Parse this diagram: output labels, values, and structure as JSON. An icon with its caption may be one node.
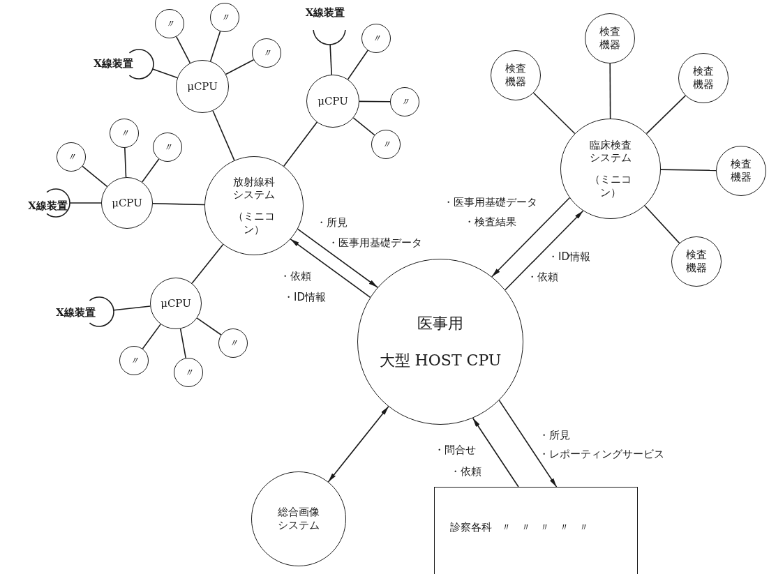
{
  "diagram": {
    "nodes": [
      {
        "text": [
          "μCPU"
        ]
      },
      {
        "text": [
          "X線装置"
        ]
      },
      {
        "text": [
          "〃"
        ]
      },
      {
        "text": [
          "〃"
        ]
      },
      {
        "text": [
          "〃"
        ]
      },
      {
        "text": [
          "μCPU"
        ]
      },
      {
        "text": [
          "X線装置"
        ]
      },
      {
        "text": [
          "〃"
        ]
      },
      {
        "text": [
          "〃"
        ]
      },
      {
        "text": [
          "〃"
        ]
      },
      {
        "text": [
          "μCPU"
        ]
      },
      {
        "text": [
          "X線装置"
        ]
      },
      {
        "text": [
          "〃"
        ]
      },
      {
        "text": [
          "〃"
        ]
      },
      {
        "text": [
          "〃"
        ]
      },
      {
        "text": [
          "放射線科システム",
          "（ミニコン）"
        ]
      },
      {
        "text": [
          "μCPU"
        ]
      },
      {
        "text": [
          "X線装置"
        ]
      },
      {
        "text": [
          "〃"
        ]
      },
      {
        "text": [
          "〃"
        ]
      },
      {
        "text": [
          "〃"
        ]
      },
      {
        "text": [
          "臨床検査システム",
          "（ミニコン）"
        ]
      },
      {
        "text": [
          "検査機器"
        ]
      },
      {
        "text": [
          "検査機器"
        ]
      },
      {
        "text": [
          "検査機器"
        ]
      },
      {
        "text": [
          "検査機器"
        ]
      },
      {
        "text": [
          "検査機器"
        ]
      },
      {
        "text": [
          "医事用",
          "大型 HOST CPU"
        ]
      },
      {
        "text": [
          "総合画像システム"
        ]
      },
      {
        "text": [
          "診察各科 〃 〃 〃 〃 〃"
        ]
      }
    ],
    "edges": [
      {
        "from": 0,
        "to": 1,
        "arrow": "none"
      },
      {
        "from": 0,
        "to": 2,
        "arrow": "none"
      },
      {
        "from": 0,
        "to": 3,
        "arrow": "none"
      },
      {
        "from": 0,
        "to": 4,
        "arrow": "none"
      },
      {
        "from": 5,
        "to": 6,
        "arrow": "none"
      },
      {
        "from": 5,
        "to": 7,
        "arrow": "none"
      },
      {
        "from": 5,
        "to": 8,
        "arrow": "none"
      },
      {
        "from": 5,
        "to": 9,
        "arrow": "none"
      },
      {
        "from": 10,
        "to": 11,
        "arrow": "none"
      },
      {
        "from": 10,
        "to": 12,
        "arrow": "none"
      },
      {
        "from": 10,
        "to": 13,
        "arrow": "none"
      },
      {
        "from": 10,
        "to": 14,
        "arrow": "none"
      },
      {
        "from": 15,
        "to": 0,
        "arrow": "none"
      },
      {
        "from": 15,
        "to": 5,
        "arrow": "none"
      },
      {
        "from": 15,
        "to": 10,
        "arrow": "none"
      },
      {
        "from": 15,
        "to": 16,
        "arrow": "none"
      },
      {
        "from": 16,
        "to": 17,
        "arrow": "none"
      },
      {
        "from": 16,
        "to": 18,
        "arrow": "none"
      },
      {
        "from": 16,
        "to": 19,
        "arrow": "none"
      },
      {
        "from": 16,
        "to": 20,
        "arrow": "none"
      },
      {
        "from": 21,
        "to": 22,
        "arrow": "none"
      },
      {
        "from": 21,
        "to": 23,
        "arrow": "none"
      },
      {
        "from": 21,
        "to": 24,
        "arrow": "none"
      },
      {
        "from": 21,
        "to": 25,
        "arrow": "none"
      },
      {
        "from": 21,
        "to": 26,
        "arrow": "none"
      },
      {
        "from": 15,
        "to": 27,
        "arrow": "to"
      },
      {
        "from": 27,
        "to": 15,
        "arrow": "to"
      },
      {
        "from": 21,
        "to": 27,
        "arrow": "to"
      },
      {
        "from": 27,
        "to": 21,
        "arrow": "to"
      },
      {
        "from": 27,
        "to": 28,
        "arrow": "both"
      },
      {
        "from": 27,
        "to": 29,
        "arrow": "to"
      },
      {
        "from": 29,
        "to": 27,
        "arrow": "to"
      }
    ],
    "labels": [
      "・所見",
      "・医事用基礎データ",
      "・依頼",
      "・ID情報",
      "・医事用基礎データ",
      "・検査結果",
      "・ID情報",
      "・依頼",
      "・問合せ",
      "・依頼",
      "・所見",
      "・レポーティングサービス"
    ]
  }
}
